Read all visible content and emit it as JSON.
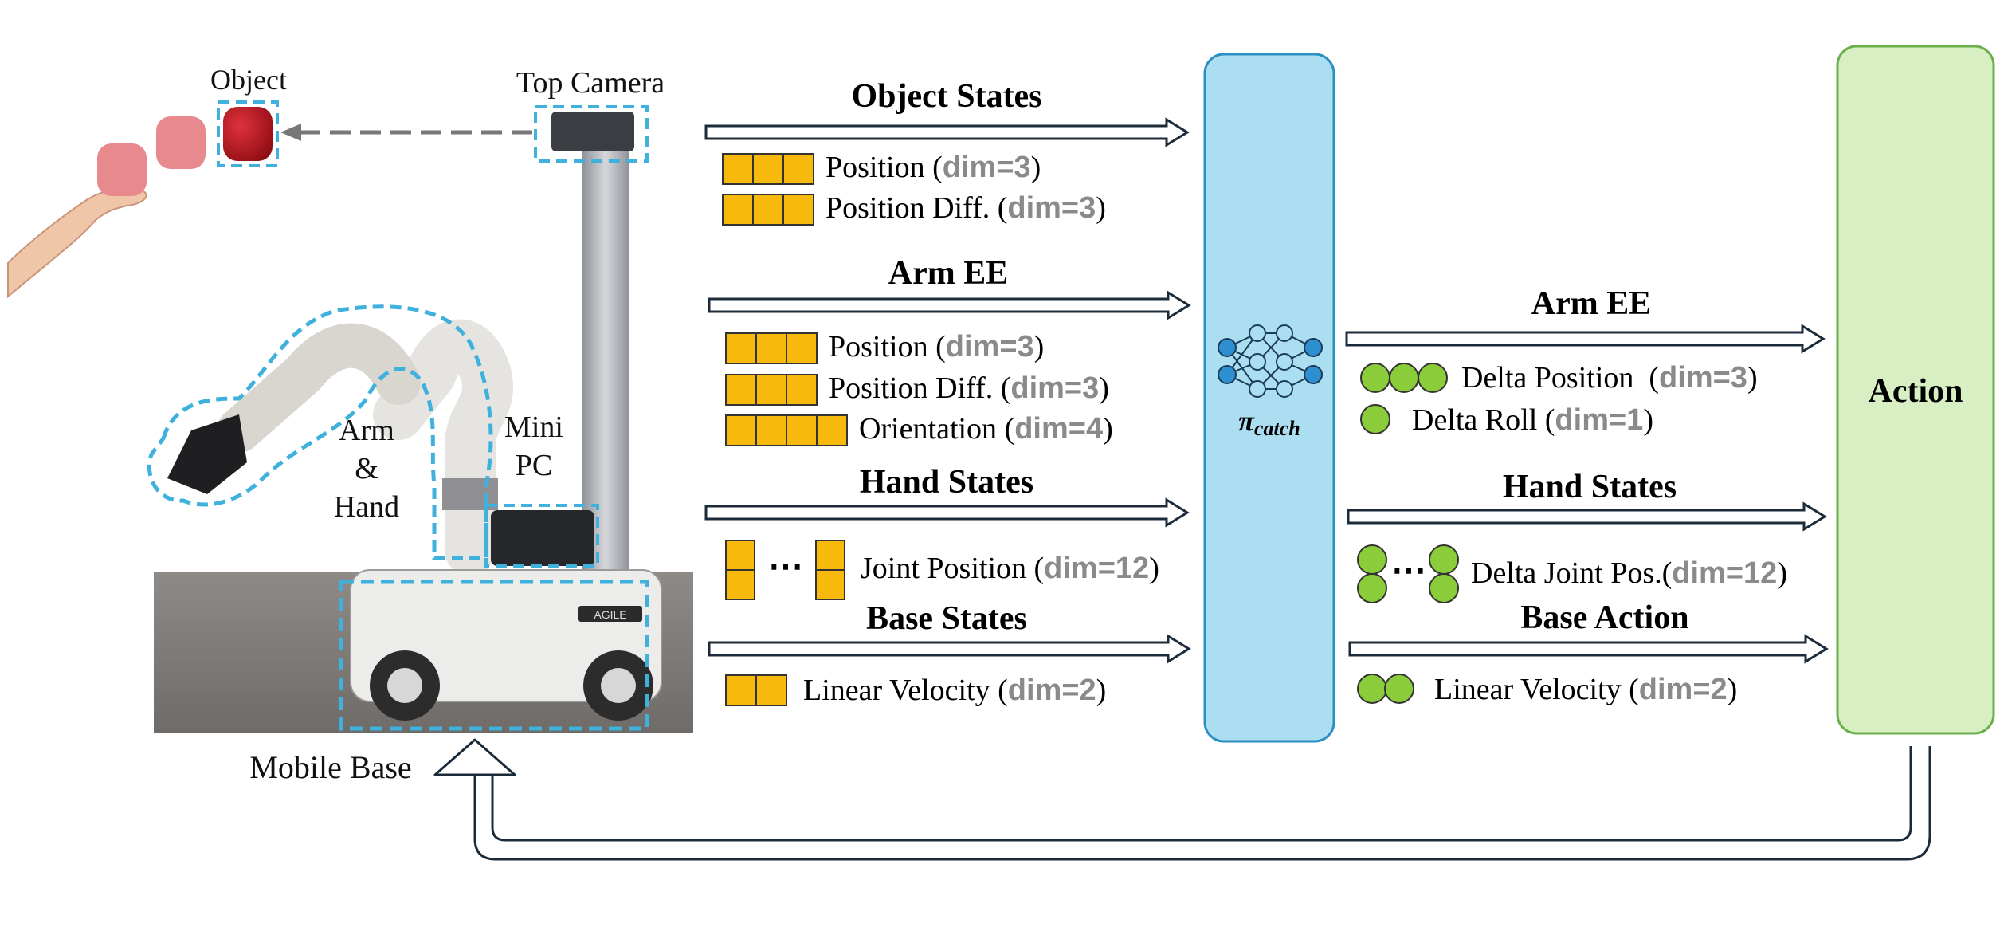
{
  "colors": {
    "cyan_dash": "#3fb1dc",
    "policy_fill": "#acdef2",
    "policy_stroke": "#2a8fc3",
    "action_fill": "#d8efc4",
    "action_stroke": "#69b04a",
    "obs_square": "#f7b90b",
    "act_circle": "#8acc3a",
    "arrow_stroke": "#1c2b3a",
    "dim_gray": "#8a8a8a",
    "object_red": "#c0141f",
    "object_ghost": "#e8898e"
  },
  "left_panel": {
    "object_label": "Object",
    "top_camera_label": "Top Camera",
    "arm_hand_label": [
      "Arm",
      "&",
      "Hand"
    ],
    "mini_pc_label": [
      "Mini",
      "PC"
    ],
    "mobile_base_label": "Mobile Base",
    "base_plate_text": "AGILE"
  },
  "inputs": [
    {
      "title": "Object States",
      "items": [
        {
          "name": "Position",
          "dim": "dim=3",
          "squares": 3
        },
        {
          "name": "Position Diff.",
          "dim": "dim=3",
          "squares": 3
        }
      ]
    },
    {
      "title": "Arm EE",
      "items": [
        {
          "name": "Position",
          "dim": "dim=3",
          "squares": 3
        },
        {
          "name": "Position Diff.",
          "dim": "dim=3",
          "squares": 3
        },
        {
          "name": "Orientation",
          "dim": "dim=4",
          "squares": 4
        }
      ]
    },
    {
      "title": "Hand States",
      "items": [
        {
          "name": "Joint Position",
          "dim": "dim=12",
          "squares": 12
        }
      ]
    },
    {
      "title": "Base States",
      "items": [
        {
          "name": "Linear Velocity",
          "dim": "dim=2",
          "squares": 2
        }
      ]
    }
  ],
  "policy": {
    "symbol": "π",
    "subscript": "catch",
    "icon": "neural-network-icon"
  },
  "outputs": [
    {
      "title": "Arm EE",
      "items": [
        {
          "name": "Delta Position ",
          "dim": "dim=3",
          "circles": 3
        },
        {
          "name": "Delta Roll",
          "dim": "dim=1",
          "circles": 1
        }
      ]
    },
    {
      "title": "Hand States",
      "items": [
        {
          "name": "Delta Joint Pos.",
          "dim": "dim=12",
          "circles": 12
        }
      ]
    },
    {
      "title": "Base Action",
      "items": [
        {
          "name": "Linear Velocity",
          "dim": "dim=2",
          "circles": 2
        }
      ]
    }
  ],
  "action_box": {
    "label": "Action"
  },
  "ellipsis": "⋯"
}
